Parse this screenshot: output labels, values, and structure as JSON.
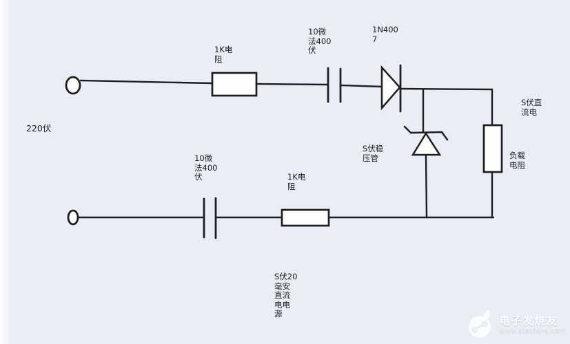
{
  "colors": {
    "background": "#e9eef6",
    "line": "#1e1e1e",
    "component_fill": "#fdfdfd",
    "watermark_text": "#ffffff"
  },
  "diagram": {
    "type": "circuit-schematic",
    "description_labels": {
      "source_voltage": "220伏",
      "r1_lines": [
        "1K电",
        "阻"
      ],
      "c1_lines": [
        "10微",
        "法400",
        "伏"
      ],
      "d1_lines": [
        "1N400",
        "7"
      ],
      "zener_lines": [
        "S伏稳",
        "压管"
      ],
      "output_lines": [
        "S伏直",
        "流电"
      ],
      "load_lines": [
        "负载",
        "电阻"
      ],
      "c2_lines": [
        "10微",
        "法400",
        "伏"
      ],
      "r2_lines": [
        "1K电",
        "阻"
      ],
      "psu_lines": [
        "S伏20",
        "毫安",
        "直流",
        "电电",
        "源"
      ]
    },
    "components": [
      {
        "id": "ac-terminal-top",
        "type": "terminal"
      },
      {
        "id": "r1",
        "type": "resistor",
        "label": "1K电阻"
      },
      {
        "id": "c1",
        "type": "capacitor",
        "label": "10微法400伏"
      },
      {
        "id": "d1",
        "type": "diode",
        "label": "1N4007"
      },
      {
        "id": "zener",
        "type": "zener-diode",
        "label": "S伏稳压管"
      },
      {
        "id": "load",
        "type": "resistor",
        "label": "负载电阻"
      },
      {
        "id": "c2",
        "type": "capacitor",
        "label": "10微法400伏"
      },
      {
        "id": "r2",
        "type": "resistor",
        "label": "1K电阻"
      },
      {
        "id": "ac-terminal-bottom",
        "type": "terminal"
      }
    ]
  },
  "watermark": {
    "title": "电子发烧友",
    "url": "www.elecfans.com"
  }
}
